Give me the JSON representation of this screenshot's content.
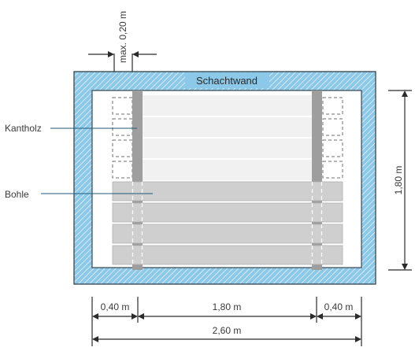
{
  "labels": {
    "wall": "Schachtwand",
    "kantholz": "Kantholz",
    "bohle": "Bohle",
    "max_spacing": "max. 0,20 m"
  },
  "dimensions": {
    "left_overhang": "0,40 m",
    "span": "1,80 m",
    "right_overhang": "0,40 m",
    "total_width": "2,60 m",
    "shaft_height": "1,80 m"
  },
  "colors": {
    "wall_fill": "#8cc8e8",
    "wall_stroke": "#3d4f5a",
    "beam": "#9e9e9e",
    "plank_existing": "#cfcfcf",
    "plank_lifted": "#f1f1f1",
    "dashed_outline": "#6f6f6f"
  }
}
